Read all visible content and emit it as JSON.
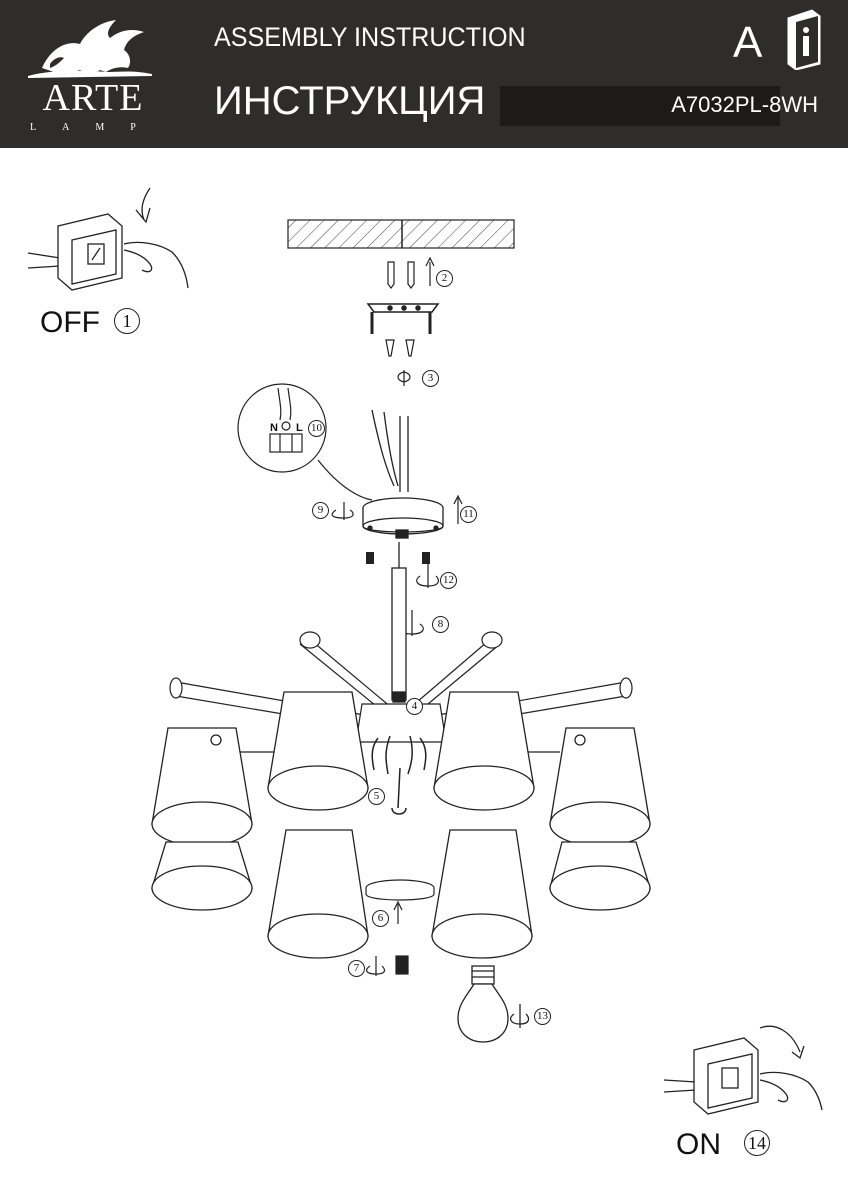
{
  "header": {
    "brand": "ARTE",
    "brand_sub": "LAMP",
    "title_en": "ASSEMBLY INSTRUCTION",
    "title_ru": "ИНСТРУКЦИЯ",
    "model": "A7032PL-8WH",
    "corner_letter": "A",
    "icon": "info-book-icon",
    "background": "#2f2d2c"
  },
  "switches": {
    "off_label": "OFF",
    "off_step": "1",
    "on_label": "ON",
    "on_step": "14"
  },
  "terminal": {
    "n_label": "N",
    "l_label": "L"
  },
  "steps": {
    "s2": "2",
    "s3": "3",
    "s4": "4",
    "s5": "5",
    "s6": "6",
    "s7": "7",
    "s8": "8",
    "s9": "9",
    "s10": "10",
    "s11": "11",
    "s12": "12",
    "s13": "13"
  }
}
